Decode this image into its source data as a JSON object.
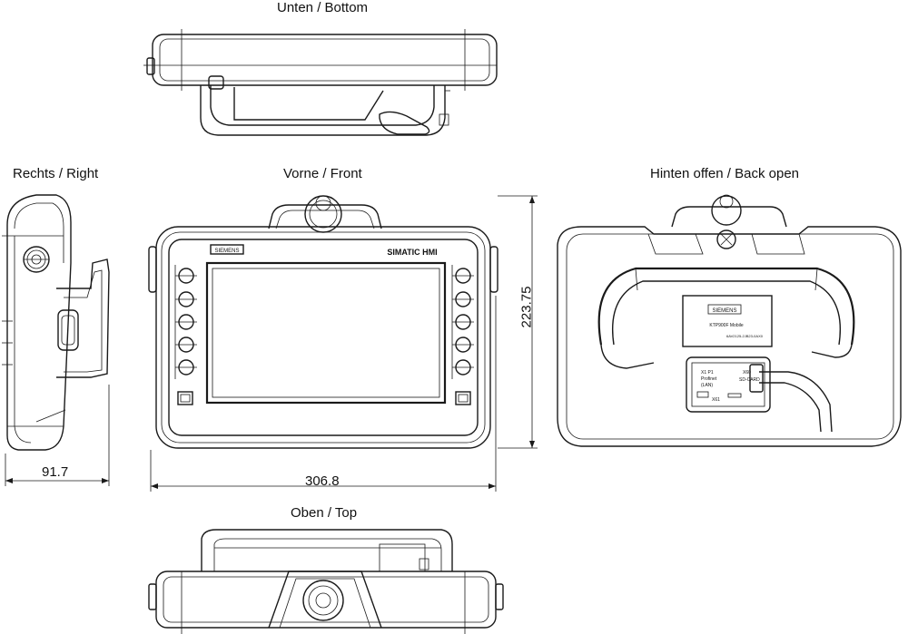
{
  "views": {
    "bottom": "Unten / Bottom",
    "right": "Rechts / Right",
    "front": "Vorne / Front",
    "back": "Hinten offen / Back open",
    "top": "Oben / Top"
  },
  "dimensions": {
    "width": "306.8",
    "height": "223.75",
    "depth": "91.7"
  },
  "device_labels": {
    "brand": "SIEMENS",
    "product": "SIMATIC HMI",
    "back_brand": "SIEMENS",
    "back_model": "KTP900F Mobile",
    "back_order": "6AV2125-2JB23-0AX0",
    "port_x1": "X1 P1",
    "port_profinet": "Profinet",
    "port_lan": "(LAN)",
    "port_x60": "X60",
    "port_sdcard": "SD-CARD",
    "port_x61": "X61"
  }
}
